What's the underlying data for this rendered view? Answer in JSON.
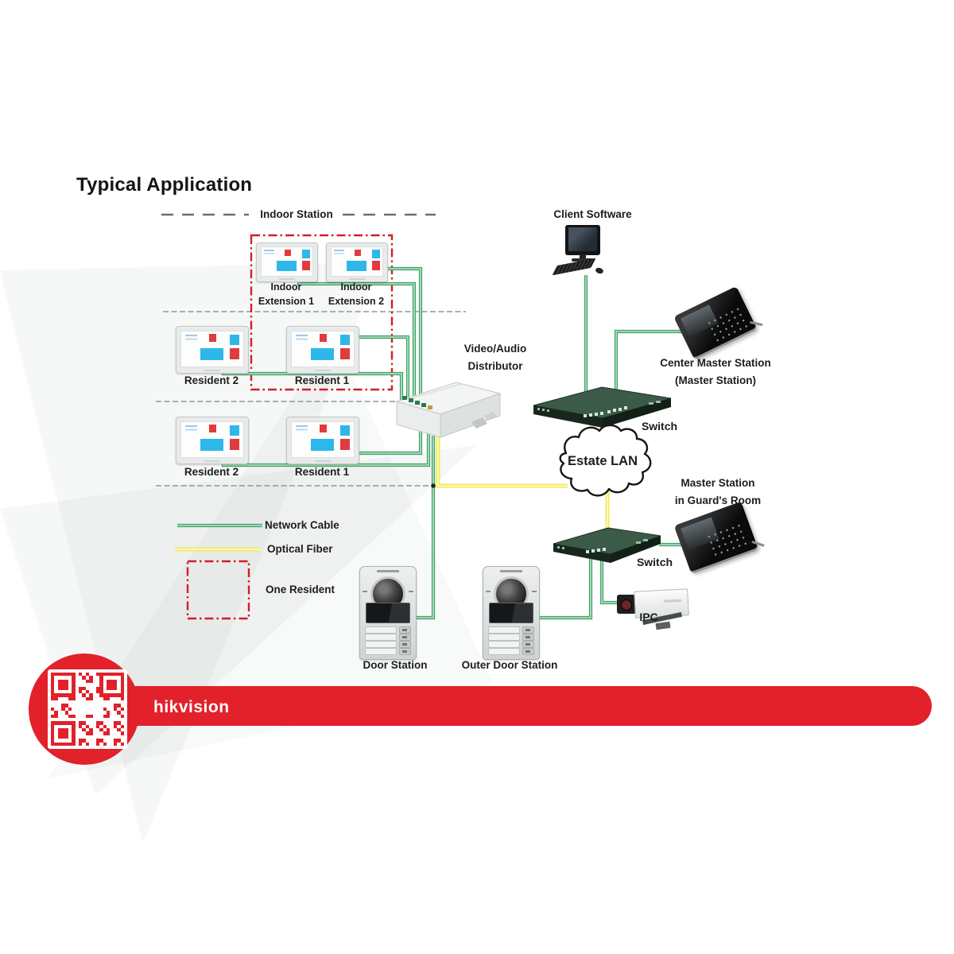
{
  "title": "Typical Application",
  "diagram": {
    "indoor_station_group": "Indoor Station",
    "indoor_extension_1": {
      "line1": "Indoor",
      "line2": "Extension 1"
    },
    "indoor_extension_2": {
      "line1": "Indoor",
      "line2": "Extension 2"
    },
    "resident_2_floor_1": "Resident 2",
    "resident_1_floor_1": "Resident 1",
    "resident_2_floor_2": "Resident 2",
    "resident_1_floor_2": "Resident 1",
    "distributor": {
      "line1": "Video/Audio",
      "line2": "Distributor"
    },
    "client_software": "Client Software",
    "center_master_station": {
      "line1": "Center Master Station",
      "line2": "(Master Station)"
    },
    "switch_1": "Switch",
    "estate_lan": "Estate LAN",
    "guard_master_station": {
      "line1": "Master Station",
      "line2": "in Guard's Room"
    },
    "switch_2": "Switch",
    "ipc": "IPC",
    "door_station": "Door Station",
    "outer_door_station": "Outer Door Station"
  },
  "legend": {
    "network_cable": "Network Cable",
    "optical_fiber": "Optical Fiber",
    "one_resident": "One Resident"
  },
  "footer": {
    "brand": "hikvision"
  },
  "colors": {
    "brand_red": "#e2212a",
    "cable_green": "#43a268",
    "cable_green_light": "#b9e4c9",
    "fiber_yellow": "#eee753",
    "fiber_yellow_light": "#fbf8ab",
    "resident_box_red": "#cc2129",
    "floor_line_gray": "#8f9797",
    "tile_cyan": "#2eb7e9",
    "tile_red": "#e13a3f"
  }
}
